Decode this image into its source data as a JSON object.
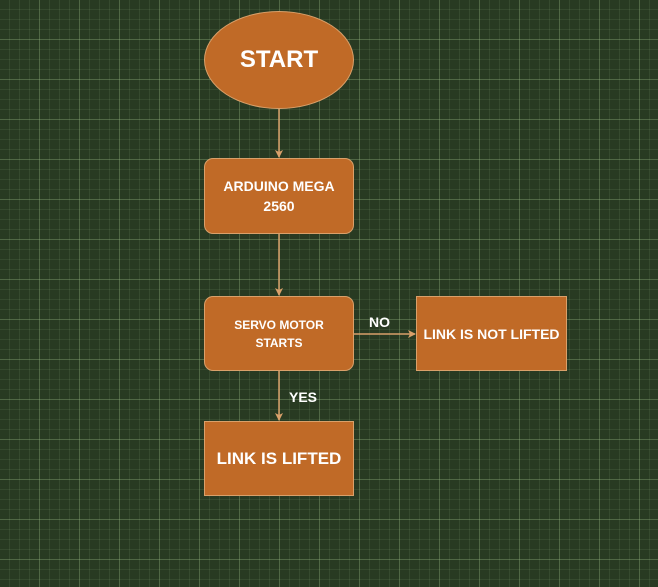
{
  "diagram": {
    "nodes": {
      "start": "START",
      "arduino": "ARDUINO MEGA 2560",
      "servo": "SERVO MOTOR STARTS",
      "not_lifted": "LINK IS NOT LIFTED",
      "lifted": "LINK IS LIFTED"
    },
    "edges": [
      {
        "from": "start",
        "to": "arduino",
        "label": ""
      },
      {
        "from": "arduino",
        "to": "servo",
        "label": ""
      },
      {
        "from": "servo",
        "to": "not_lifted",
        "label": "NO"
      },
      {
        "from": "servo",
        "to": "lifted",
        "label": "YES"
      }
    ],
    "edge_labels": {
      "no": "NO",
      "yes": "YES"
    },
    "colors": {
      "background": "#283a22",
      "node_fill": "#c06a27",
      "node_border": "#d9a06a",
      "connector": "#d9a06a",
      "text": "#ffffff"
    }
  }
}
